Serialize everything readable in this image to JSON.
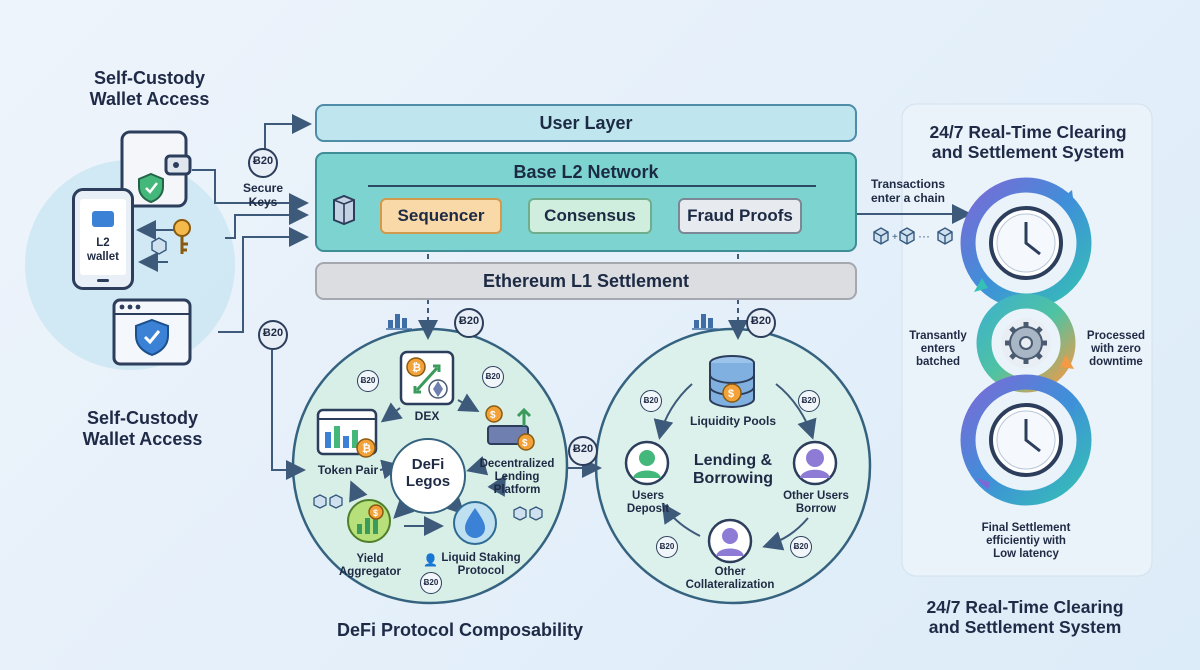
{
  "left": {
    "title_top": "Self-Custody\nWallet Access",
    "title_bottom": "Self-Custody\nWallet Access",
    "phone_label": "L2\nwallet",
    "secure_keys": "Secure Keys",
    "token_symbol": "20"
  },
  "layers": {
    "user": "User Layer",
    "base": "Base L2 Network",
    "sequencer": "Sequencer",
    "consensus": "Consensus",
    "fraud": "Fraud Proofs",
    "ethereum": "Ethereum L1 Settlement"
  },
  "defi": {
    "center": "DeFi\nLegos",
    "dex": "DEX",
    "token_pair": "Token Pair",
    "lending_platform": "Decentralized\nLending Platform",
    "yield": "Yield\nAggregator",
    "staking": "Liquid Staking\nProtocol",
    "caption": "DeFi Protocol Composability"
  },
  "lending": {
    "center": "Lending &\nBorrowing",
    "pools": "Liquidity Pools",
    "deposit": "Users\nDeposit",
    "borrow": "Other Users\nBorrow",
    "collateral": "Other\nCollateralization"
  },
  "settlement": {
    "title_top": "24/7 Real-Time Clearing\nand Settlement System",
    "title_bottom": "24/7 Real-Time Clearing\nand Settlement System",
    "tx_enter": "Transactions\nenter a chain",
    "batched": "Transantly\nenters\nbatched",
    "processed": "Processed\nwith zero\ndowntime",
    "final": "Final Settlement\nefficientiy with\nLow latency"
  },
  "colors": {
    "user_layer": "#bfe6ef",
    "base_l2": "#7dd3cf",
    "sequencer": "#f9d9a8",
    "consensus": "#cfeedd",
    "fraud": "#e7ebf0",
    "ethereum": "#dcdde0",
    "arrows": "#3e5a7a"
  }
}
